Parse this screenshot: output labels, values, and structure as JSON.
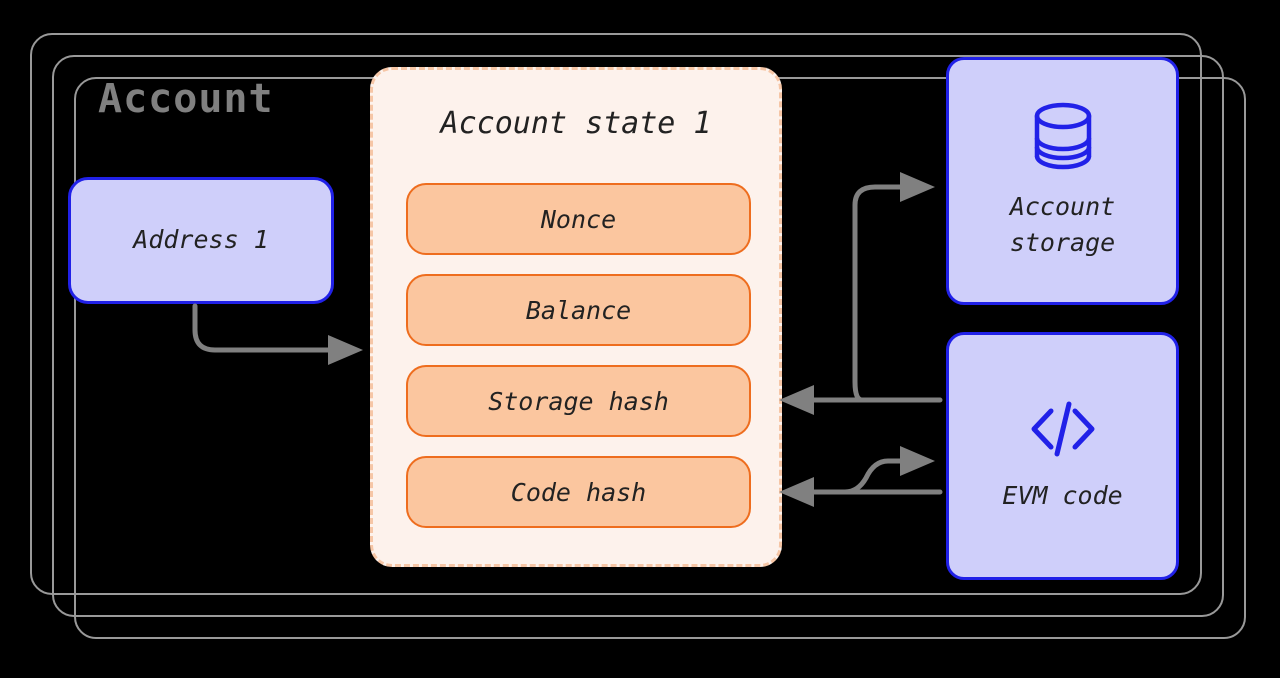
{
  "diagram": {
    "title": "Account",
    "background_color": "#000000",
    "accent_blue": "#2121E8",
    "accent_blue_fill": "#CFCFFA",
    "accent_orange": "#EE6D1E",
    "accent_orange_fill": "#FBC69F",
    "panel_fill": "#FDF2EC",
    "panel_dash_color": "#F6C6A6",
    "arrow_color": "#808080",
    "title_color": "#808080"
  },
  "address_node": {
    "label": "Address 1"
  },
  "account_state": {
    "title": "Account state 1",
    "fields": [
      {
        "label": "Nonce"
      },
      {
        "label": "Balance"
      },
      {
        "label": "Storage hash"
      },
      {
        "label": "Code hash"
      }
    ]
  },
  "side_nodes": [
    {
      "label": "Account\nstorage",
      "icon": "database-icon"
    },
    {
      "label": "EVM code",
      "icon": "code-tag-icon"
    }
  ],
  "connections": [
    {
      "from": "address-node",
      "to": "account-state-panel",
      "direction": "forward"
    },
    {
      "from": "storage-hash-field",
      "to": "account-storage-node",
      "direction": "forward"
    },
    {
      "from": "account-storage-node",
      "to": "storage-hash-field",
      "direction": "back"
    },
    {
      "from": "code-hash-field",
      "to": "evm-code-node",
      "direction": "forward"
    },
    {
      "from": "evm-code-node",
      "to": "code-hash-field",
      "direction": "back"
    }
  ]
}
